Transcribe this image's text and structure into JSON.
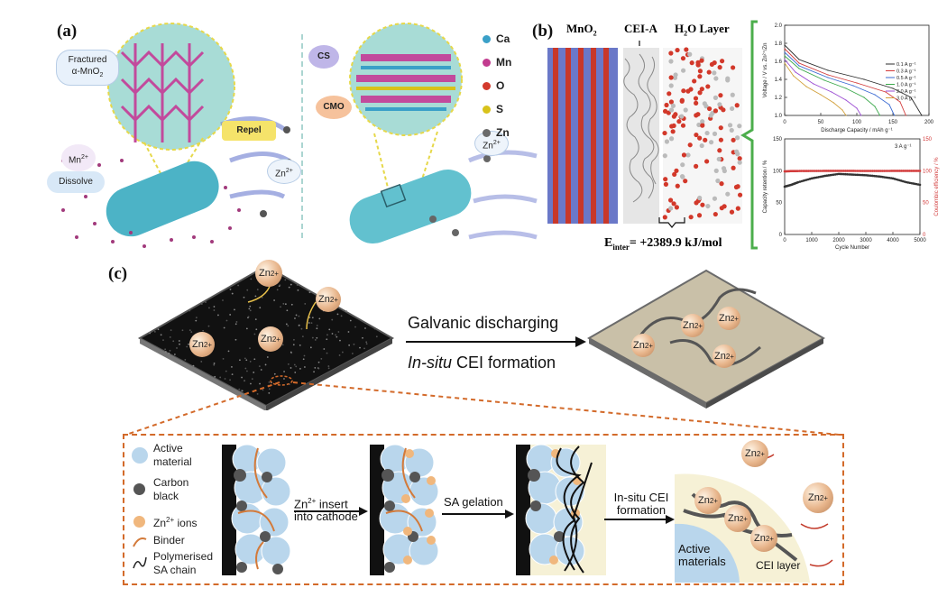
{
  "panel_a": {
    "label": "(a)",
    "fractured": [
      "Fractured",
      "α-MnO",
      "2"
    ],
    "mn_ion": "Mn",
    "mn_charge": "2+",
    "dissolve": "Dissolve",
    "repel": "Repel",
    "zn_ion": "Zn",
    "zn_charge": "2+",
    "cs": "CS",
    "cmo": "CMO",
    "legend": [
      {
        "label": "Ca",
        "color": "#3aa0c8"
      },
      {
        "label": "Mn",
        "color": "#c23b8f"
      },
      {
        "label": "O",
        "color": "#d33a2c"
      },
      {
        "label": "S",
        "color": "#d8c21a"
      },
      {
        "label": "Zn",
        "color": "#6b6b6b"
      }
    ]
  },
  "panel_b": {
    "label": "(b)",
    "layers": [
      "MnO",
      "CEI-A",
      "H",
      "O Layer"
    ],
    "mno2_sub": "2",
    "h2o_sub": "2",
    "energy": "E",
    "energy_sub": "inter",
    "energy_value": "= +2389.9 kJ/mol"
  },
  "panel_c": {
    "label": "(c)",
    "arrow_top": "Galvanic discharging",
    "arrow_bottom_italic": "In-situ",
    "arrow_bottom_rest": " CEI formation",
    "legend": [
      "Active",
      "material",
      "Carbon",
      "black",
      "Zn",
      "2+",
      " ions",
      "Binder",
      "Polymerised",
      "SA chain"
    ],
    "step1": [
      "Zn",
      "2+",
      " insert",
      "into cathode"
    ],
    "step2": "SA gelation",
    "step3": [
      "In-situ CEI",
      "formation"
    ],
    "zoom_labels": [
      "Active",
      "materials",
      "CEI layer"
    ]
  },
  "chart_data": [
    {
      "type": "line",
      "title": "",
      "xlabel": "Discharge Capacity / mAh g⁻¹",
      "ylabel": "Voltage / V vs. Zn²⁺/Zn",
      "xlim": [
        0,
        200
      ],
      "ylim": [
        1.0,
        2.0
      ],
      "xticks": [
        0,
        50,
        100,
        150,
        200
      ],
      "yticks": [
        1.0,
        1.2,
        1.4,
        1.6,
        1.8,
        2.0
      ],
      "series": [
        {
          "name": "0.1 A g⁻¹",
          "color": "#2b2b2b",
          "x": [
            0,
            20,
            60,
            110,
            150,
            175,
            190
          ],
          "y": [
            1.78,
            1.62,
            1.5,
            1.4,
            1.3,
            1.2,
            1.0
          ]
        },
        {
          "name": "0.3 A g⁻¹",
          "color": "#d23a3a",
          "x": [
            0,
            20,
            60,
            100,
            140,
            160,
            168
          ],
          "y": [
            1.74,
            1.58,
            1.45,
            1.36,
            1.26,
            1.15,
            1.0
          ]
        },
        {
          "name": "0.5 A g⁻¹",
          "color": "#3a6ad2",
          "x": [
            0,
            20,
            60,
            95,
            125,
            145,
            152
          ],
          "y": [
            1.7,
            1.55,
            1.42,
            1.33,
            1.23,
            1.12,
            1.0
          ]
        },
        {
          "name": "1.0 A g⁻¹",
          "color": "#3aa84a",
          "x": [
            0,
            20,
            55,
            85,
            110,
            125,
            132
          ],
          "y": [
            1.66,
            1.52,
            1.39,
            1.3,
            1.2,
            1.1,
            1.0
          ]
        },
        {
          "name": "2.0 A g⁻¹",
          "color": "#9a4ad2",
          "x": [
            0,
            15,
            40,
            65,
            85,
            100,
            106
          ],
          "y": [
            1.62,
            1.48,
            1.35,
            1.26,
            1.17,
            1.08,
            1.0
          ]
        },
        {
          "name": "3.0 A g⁻¹",
          "color": "#d2a03a",
          "x": [
            0,
            12,
            30,
            50,
            68,
            80,
            85
          ],
          "y": [
            1.58,
            1.44,
            1.32,
            1.23,
            1.14,
            1.06,
            1.0
          ]
        }
      ]
    },
    {
      "type": "scatter",
      "title": "",
      "annotation": "3 A g⁻¹",
      "xlabel": "Cycle Number",
      "ylabel": "Capacity retention / %",
      "ylabel_right": "Coulombic efficiency / %",
      "xlim": [
        0,
        5000
      ],
      "ylim": [
        0,
        150
      ],
      "ylim_right": [
        0,
        150
      ],
      "xticks": [
        0,
        1000,
        2000,
        3000,
        4000,
        5000
      ],
      "yticks": [
        0,
        50,
        100,
        150
      ],
      "series": [
        {
          "name": "Capacity retention",
          "color": "#333333",
          "x": [
            0,
            250,
            500,
            1000,
            1500,
            2000,
            2500,
            3000,
            3500,
            4000,
            4500,
            5000
          ],
          "y": [
            75,
            78,
            82,
            88,
            92,
            95,
            94,
            93,
            91,
            88,
            82,
            78
          ]
        },
        {
          "name": "Coulombic efficiency",
          "color": "#d23a3a",
          "x": [
            0,
            250,
            500,
            1000,
            1500,
            2000,
            2500,
            3000,
            3500,
            4000,
            4500,
            5000
          ],
          "y": [
            99,
            99.5,
            99.6,
            99.7,
            99.8,
            99.8,
            99.8,
            99.7,
            99.7,
            99.8,
            99.8,
            99.8
          ]
        }
      ]
    }
  ]
}
